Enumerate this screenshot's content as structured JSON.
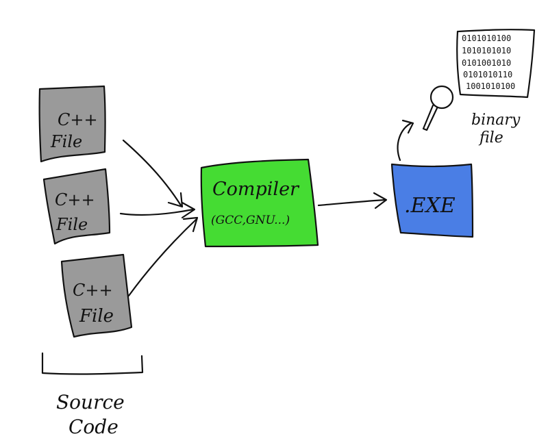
{
  "colors": {
    "file": "#9a9a9a",
    "compiler": "#45dc33",
    "exe": "#4a7ee5",
    "ink": "#111111"
  },
  "files": [
    {
      "line1": "C++",
      "line2": "File"
    },
    {
      "line1": "C++",
      "line2": "File"
    },
    {
      "line1": "C++",
      "line2": "File"
    }
  ],
  "source_code": {
    "line1": "Source",
    "line2": "Code"
  },
  "compiler": {
    "title": "Compiler",
    "subtitle": "(GCC,GNU...)"
  },
  "exe": {
    "label": ".EXE"
  },
  "binary": {
    "label_line1": "binary",
    "label_line2": "file",
    "rows": [
      "0101010100",
      "1010101010",
      "0101001010",
      "0101010110",
      "1001010100"
    ]
  }
}
